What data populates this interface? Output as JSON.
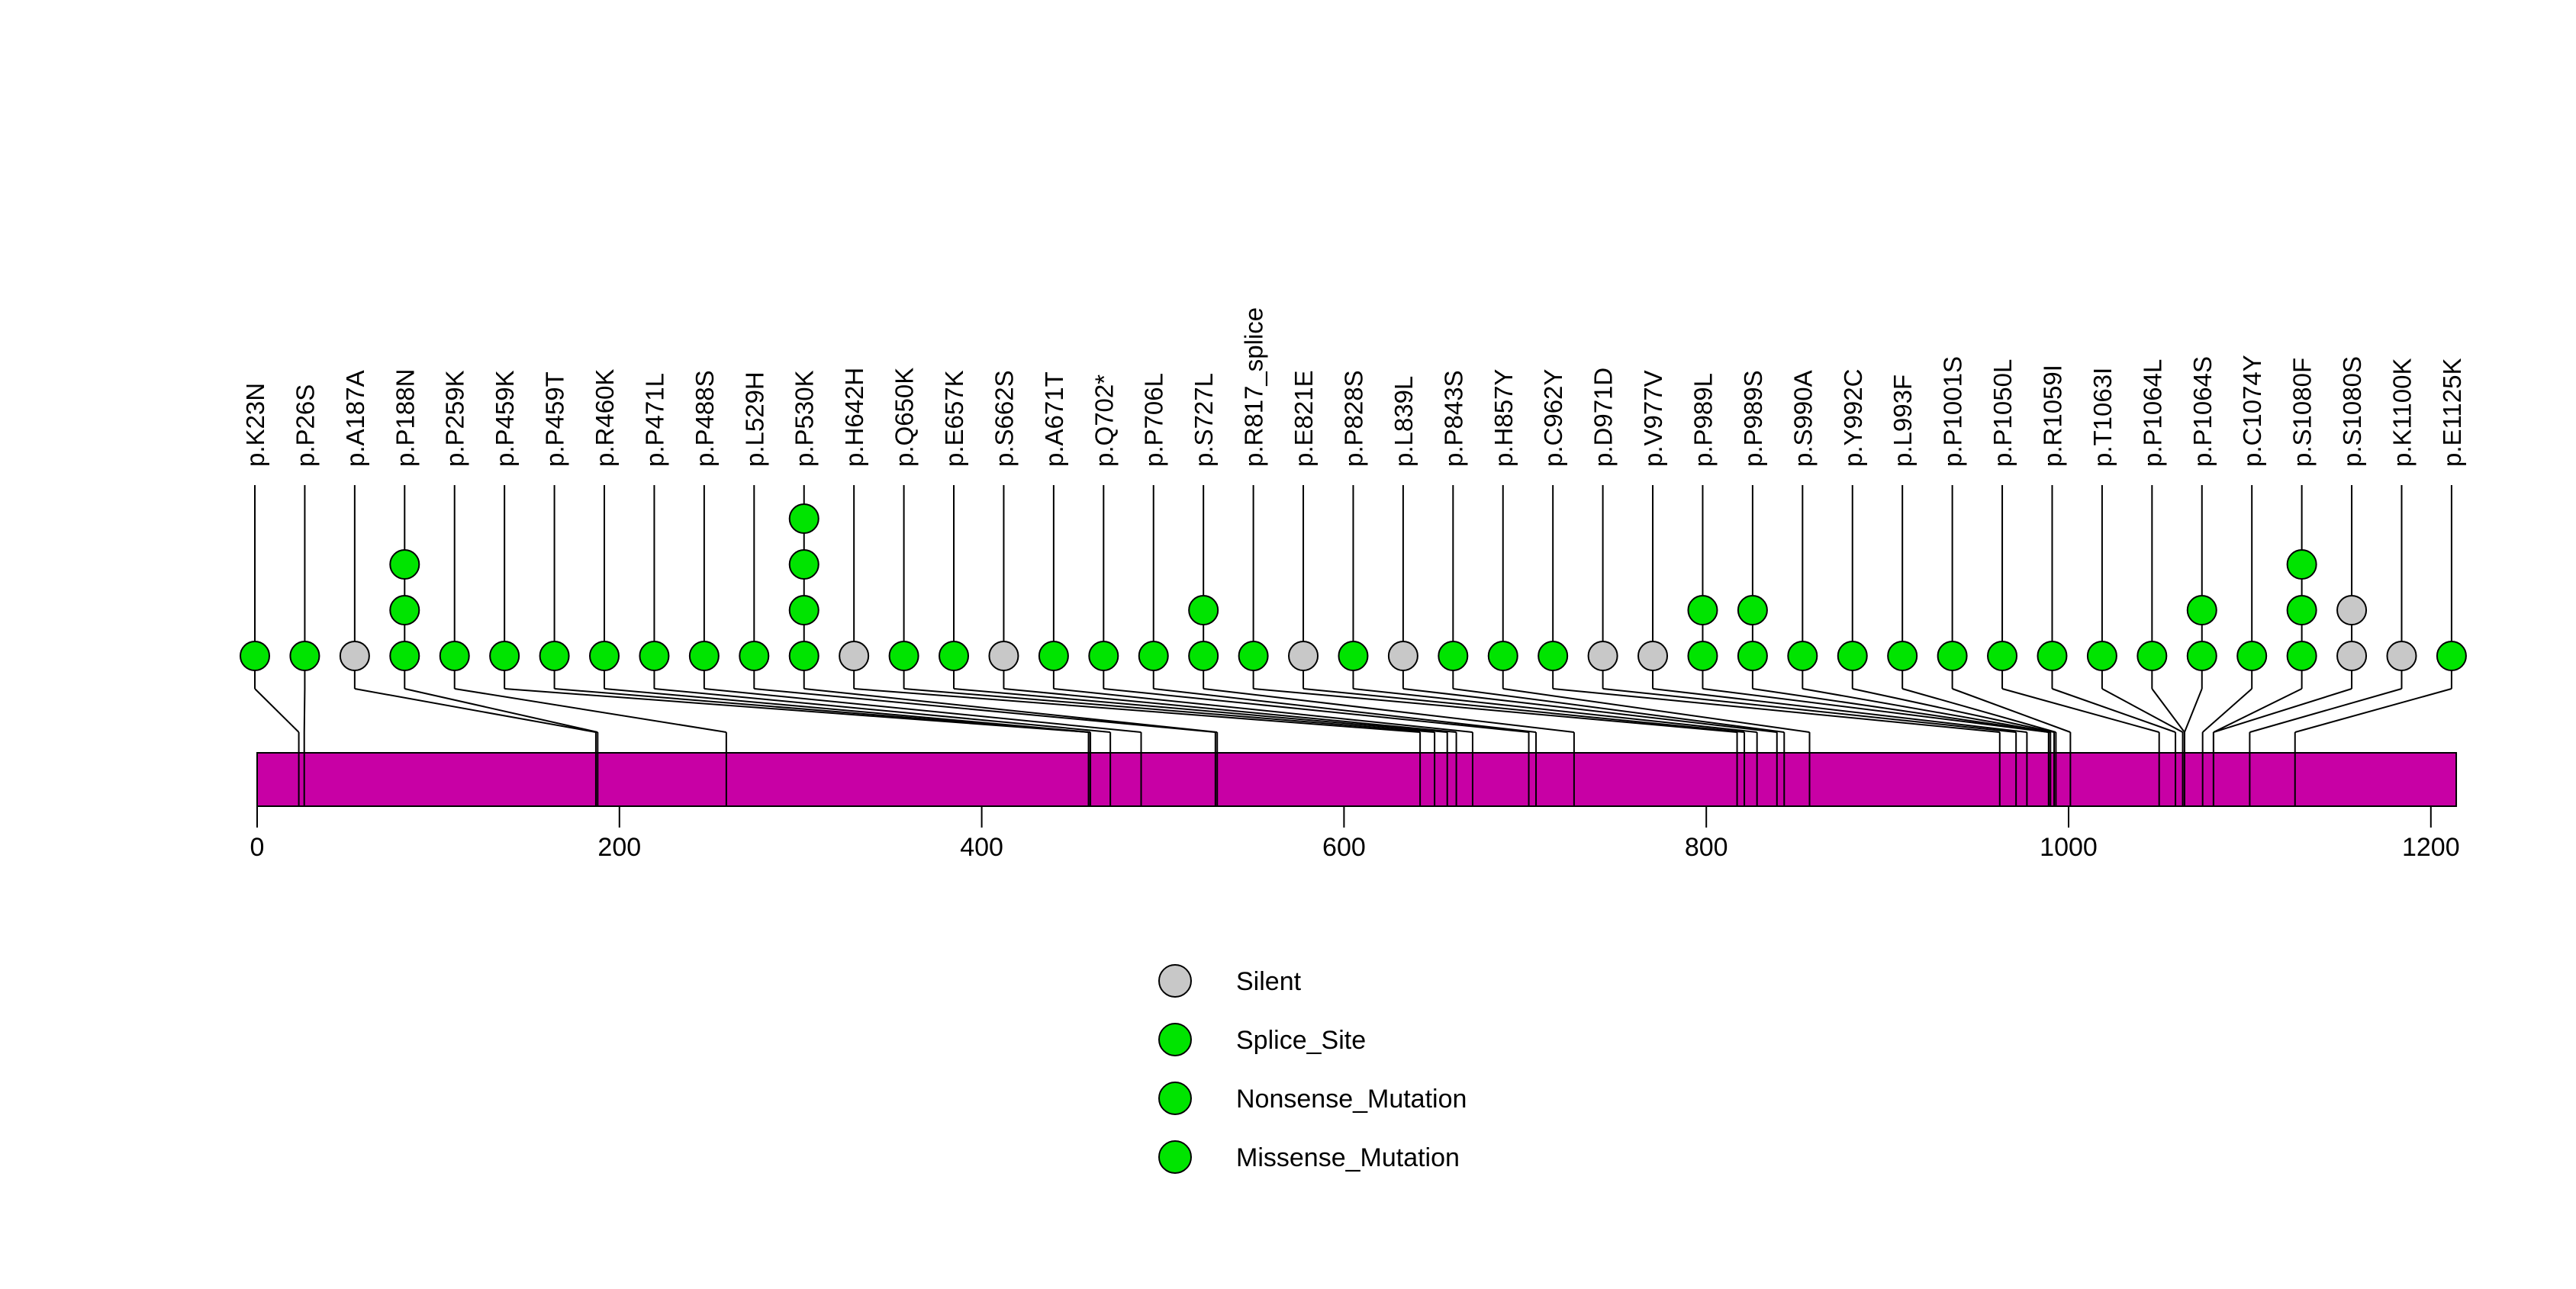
{
  "chart_data": {
    "type": "lollipop",
    "title": "",
    "xlabel": "",
    "ylabel": "",
    "protein_length": 1214,
    "domain_color": "#C800A5",
    "line_color": "#000000",
    "background_color": "#ffffff",
    "axis": {
      "ticks": [
        0,
        200,
        400,
        600,
        800,
        1000,
        1200
      ]
    },
    "mutation_type_colors": {
      "Silent": "#C8C8C8",
      "Splice_Site": "#00E400",
      "Nonsense_Mutation": "#00E400",
      "Missense_Mutation": "#00E400"
    },
    "mutations": [
      {
        "label": "p.K23N",
        "pos": 23,
        "count": 1,
        "type": "Missense_Mutation"
      },
      {
        "label": "p.P26S",
        "pos": 26,
        "count": 1,
        "type": "Missense_Mutation"
      },
      {
        "label": "p.A187A",
        "pos": 187,
        "count": 1,
        "type": "Silent"
      },
      {
        "label": "p.P188N",
        "pos": 188,
        "count": 3,
        "type": "Missense_Mutation"
      },
      {
        "label": "p.P259K",
        "pos": 259,
        "count": 1,
        "type": "Missense_Mutation"
      },
      {
        "label": "p.P459K",
        "pos": 459,
        "count": 1,
        "type": "Missense_Mutation"
      },
      {
        "label": "p.P459T",
        "pos": 459,
        "count": 1,
        "type": "Missense_Mutation"
      },
      {
        "label": "p.R460K",
        "pos": 460,
        "count": 1,
        "type": "Missense_Mutation"
      },
      {
        "label": "p.P471L",
        "pos": 471,
        "count": 1,
        "type": "Missense_Mutation"
      },
      {
        "label": "p.P488S",
        "pos": 488,
        "count": 1,
        "type": "Missense_Mutation"
      },
      {
        "label": "p.L529H",
        "pos": 529,
        "count": 1,
        "type": "Missense_Mutation"
      },
      {
        "label": "p.P530K",
        "pos": 530,
        "count": 4,
        "type": "Missense_Mutation"
      },
      {
        "label": "p.H642H",
        "pos": 642,
        "count": 1,
        "type": "Silent"
      },
      {
        "label": "p.Q650K",
        "pos": 650,
        "count": 1,
        "type": "Missense_Mutation"
      },
      {
        "label": "p.E657K",
        "pos": 657,
        "count": 1,
        "type": "Missense_Mutation"
      },
      {
        "label": "p.S662S",
        "pos": 662,
        "count": 1,
        "type": "Silent"
      },
      {
        "label": "p.A671T",
        "pos": 671,
        "count": 1,
        "type": "Missense_Mutation"
      },
      {
        "label": "p.Q702*",
        "pos": 702,
        "count": 1,
        "type": "Nonsense_Mutation"
      },
      {
        "label": "p.P706L",
        "pos": 706,
        "count": 1,
        "type": "Missense_Mutation"
      },
      {
        "label": "p.S727L",
        "pos": 727,
        "count": 2,
        "type": "Missense_Mutation"
      },
      {
        "label": "p.R817_splice",
        "pos": 817,
        "count": 1,
        "type": "Splice_Site"
      },
      {
        "label": "p.E821E",
        "pos": 821,
        "count": 1,
        "type": "Silent"
      },
      {
        "label": "p.P828S",
        "pos": 828,
        "count": 1,
        "type": "Missense_Mutation"
      },
      {
        "label": "p.L839L",
        "pos": 839,
        "count": 1,
        "type": "Silent"
      },
      {
        "label": "p.P843S",
        "pos": 843,
        "count": 1,
        "type": "Missense_Mutation"
      },
      {
        "label": "p.H857Y",
        "pos": 857,
        "count": 1,
        "type": "Missense_Mutation"
      },
      {
        "label": "p.C962Y",
        "pos": 962,
        "count": 1,
        "type": "Missense_Mutation"
      },
      {
        "label": "p.D971D",
        "pos": 971,
        "count": 1,
        "type": "Silent"
      },
      {
        "label": "p.V977V",
        "pos": 977,
        "count": 1,
        "type": "Silent"
      },
      {
        "label": "p.P989L",
        "pos": 989,
        "count": 2,
        "type": "Missense_Mutation"
      },
      {
        "label": "p.P989S",
        "pos": 989,
        "count": 2,
        "type": "Missense_Mutation"
      },
      {
        "label": "p.S990A",
        "pos": 990,
        "count": 1,
        "type": "Missense_Mutation"
      },
      {
        "label": "p.Y992C",
        "pos": 992,
        "count": 1,
        "type": "Missense_Mutation"
      },
      {
        "label": "p.L993F",
        "pos": 993,
        "count": 1,
        "type": "Missense_Mutation"
      },
      {
        "label": "p.P1001S",
        "pos": 1001,
        "count": 1,
        "type": "Missense_Mutation"
      },
      {
        "label": "p.P1050L",
        "pos": 1050,
        "count": 1,
        "type": "Missense_Mutation"
      },
      {
        "label": "p.R1059I",
        "pos": 1059,
        "count": 1,
        "type": "Missense_Mutation"
      },
      {
        "label": "p.T1063I",
        "pos": 1063,
        "count": 1,
        "type": "Missense_Mutation"
      },
      {
        "label": "p.P1064L",
        "pos": 1064,
        "count": 1,
        "type": "Missense_Mutation"
      },
      {
        "label": "p.P1064S",
        "pos": 1064,
        "count": 2,
        "type": "Missense_Mutation"
      },
      {
        "label": "p.C1074Y",
        "pos": 1074,
        "count": 1,
        "type": "Missense_Mutation"
      },
      {
        "label": "p.S1080F",
        "pos": 1080,
        "count": 3,
        "type": "Missense_Mutation"
      },
      {
        "label": "p.S1080S",
        "pos": 1080,
        "count": 2,
        "type": "Silent"
      },
      {
        "label": "p.K1100K",
        "pos": 1100,
        "count": 1,
        "type": "Silent"
      },
      {
        "label": "p.E1125K",
        "pos": 1125,
        "count": 1,
        "type": "Missense_Mutation"
      }
    ],
    "legend": {
      "position": "bottom-center",
      "entries": [
        {
          "label": "Silent",
          "type": "Silent"
        },
        {
          "label": "Splice_Site",
          "type": "Splice_Site"
        },
        {
          "label": "Nonsense_Mutation",
          "type": "Nonsense_Mutation"
        },
        {
          "label": "Missense_Mutation",
          "type": "Missense_Mutation"
        }
      ]
    }
  }
}
